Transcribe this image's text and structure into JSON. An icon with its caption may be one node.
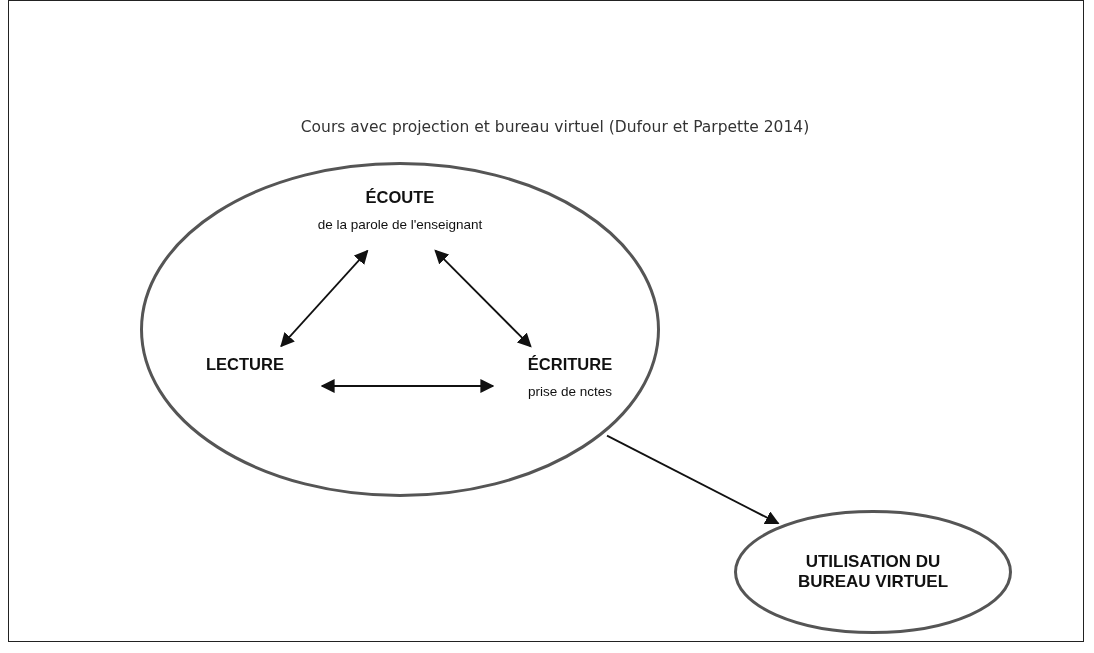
{
  "diagram": {
    "title": "Cours avec projection et bureau virtuel (Dufour et Parpette 2014)",
    "nodes": [
      {
        "text": [],
        "shape": "circle"
      },
      {
        "text": [
          "ÉCOUTE",
          "de la parole de l'enseignant"
        ],
        "in": 0
      },
      {
        "text": [
          "LECTURE"
        ],
        "in": 0
      },
      {
        "text": [
          "ÉCRITURE",
          "prise de nctes"
        ],
        "in": 0
      },
      {
        "text": [
          "UTILISATION DU BUREAU VIRTUEL"
        ]
      }
    ],
    "edges": [
      {
        "from": 1,
        "to": 2,
        "arrow": "both"
      },
      {
        "from": 1,
        "to": 3,
        "arrow": "both"
      },
      {
        "from": 2,
        "to": 3,
        "arrow": "both"
      },
      {
        "from": 0,
        "to": 4,
        "arrow": "to"
      }
    ]
  }
}
